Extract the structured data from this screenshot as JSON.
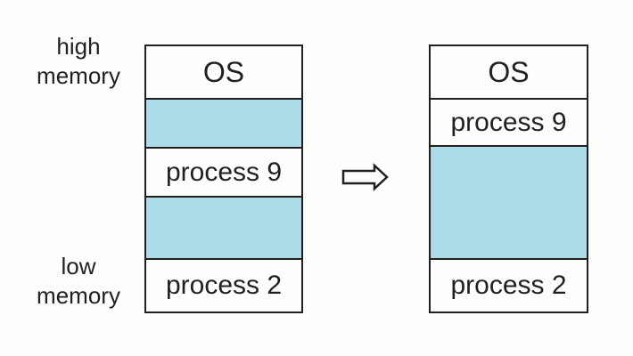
{
  "labels": {
    "high": [
      "high",
      "memory"
    ],
    "low": [
      "low",
      "memory"
    ]
  },
  "before": {
    "segments": [
      {
        "label": "OS",
        "kind": "os"
      },
      {
        "label": "",
        "kind": "free"
      },
      {
        "label": "process 9",
        "kind": "process"
      },
      {
        "label": "",
        "kind": "free"
      },
      {
        "label": "process 2",
        "kind": "process"
      }
    ]
  },
  "after": {
    "segments": [
      {
        "label": "OS",
        "kind": "os"
      },
      {
        "label": "process 9",
        "kind": "process"
      },
      {
        "label": "",
        "kind": "free"
      },
      {
        "label": "process 2",
        "kind": "process"
      }
    ]
  },
  "arrow": {
    "direction": "right"
  },
  "colors": {
    "free_block": "#addce9",
    "block_fill": "#fdfdfb",
    "border": "#231f20",
    "text": "#231f20",
    "background": "#fdfdfb"
  }
}
